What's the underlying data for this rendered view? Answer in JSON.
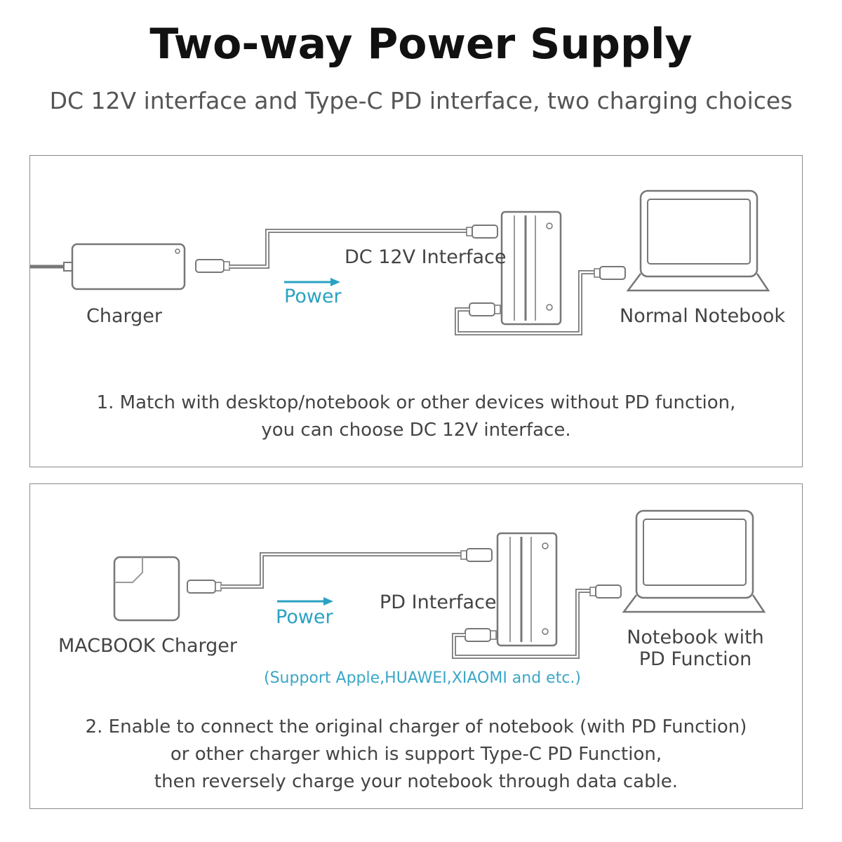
{
  "header": {
    "title": "Two-way Power Supply",
    "subtitle": "DC 12V interface and Type-C PD interface, two charging choices"
  },
  "panel1": {
    "source_label": "Charger",
    "power_label": "Power",
    "interface_label": "DC 12V Interface",
    "target_label": "Normal Notebook",
    "desc_line1": "1. Match with desktop/notebook or other devices without PD function,",
    "desc_line2": "you can choose DC 12V interface."
  },
  "panel2": {
    "source_label": "MACBOOK Charger",
    "power_label": "Power",
    "interface_label": "PD Interface",
    "target_label_line1": "Notebook with",
    "target_label_line2": "PD Function",
    "support_note": "(Support Apple,HUAWEI,XIAOMI and etc.)",
    "desc_line1": "2. Enable to connect the original charger of notebook (with PD Function)",
    "desc_line2": "or other charger which is support Type-C PD Function,",
    "desc_line3": "then reversely charge your notebook through data cable."
  },
  "colors": {
    "accent": "#2aa2c2",
    "border": "#8a8a8a",
    "line": "#777777"
  }
}
